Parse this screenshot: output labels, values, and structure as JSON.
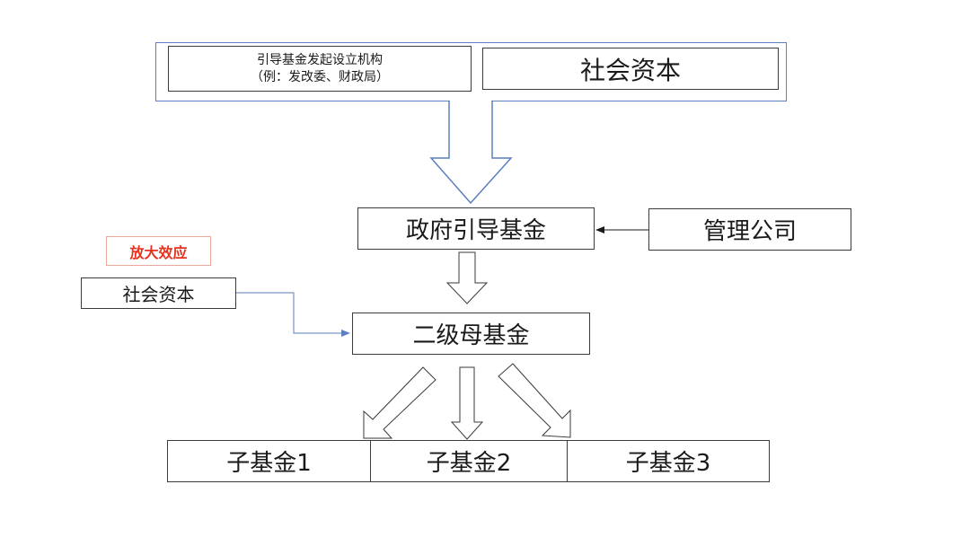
{
  "top_group": {
    "initiator": {
      "line1": "引导基金发起设立机构",
      "line2": "（例：发改委、财政局）"
    },
    "social_capital": "社会资本"
  },
  "government_fund": "政府引导基金",
  "management_company": "管理公司",
  "amplification_badge": "放大效应",
  "side_social_capital": "社会资本",
  "secondary_fund": "二级母基金",
  "sub_funds": [
    "子基金1",
    "子基金2",
    "子基金3"
  ],
  "colors": {
    "outer_group_border": "#5b7fbf",
    "big_arrow_stroke": "#5b7fbf",
    "side_connector": "#5b7fbf",
    "badge_text": "#e8321e",
    "badge_border": "#e8a79a",
    "box_border": "#3a3a3a"
  }
}
